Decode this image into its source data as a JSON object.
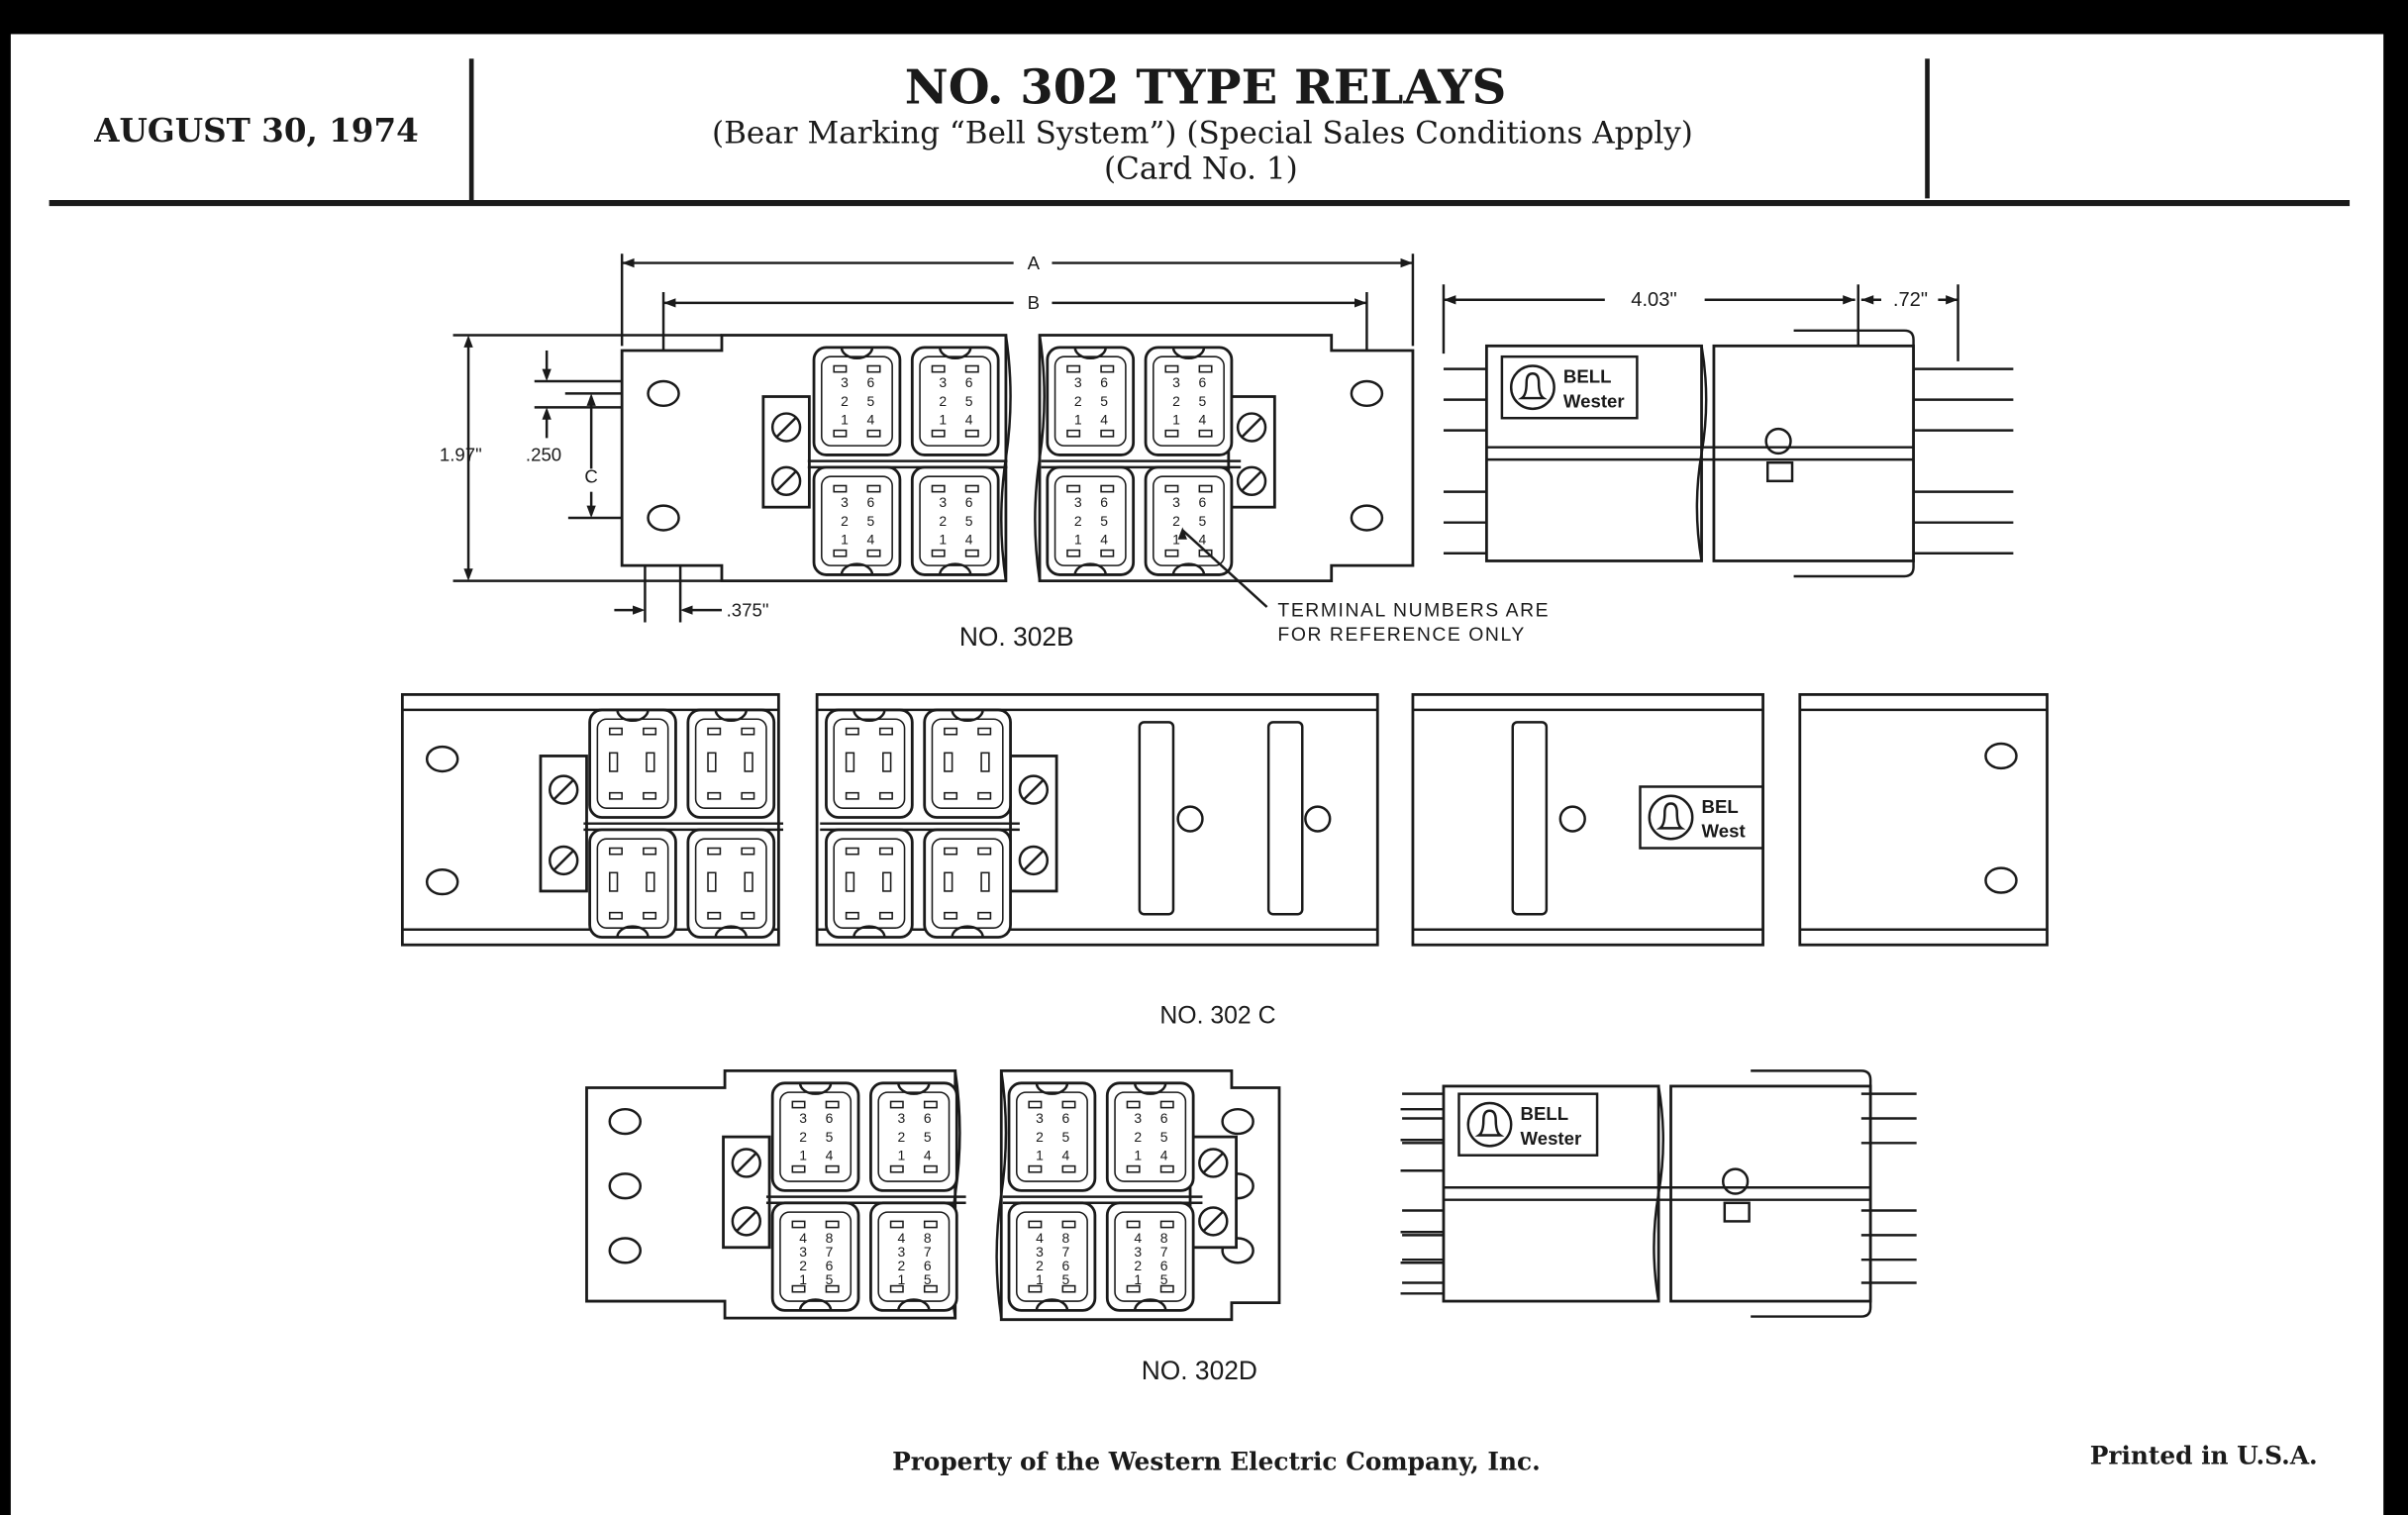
{
  "header": {
    "date": "AUGUST 30, 1974",
    "title": "NO. 302 TYPE RELAYS",
    "subtitle": "(Bear Marking “Bell System”) (Special Sales Conditions Apply)",
    "card": "(Card No. 1)"
  },
  "relay_302b": {
    "label": "NO. 302B",
    "dim_a": "A",
    "dim_b": "B",
    "dim_c": "C",
    "dim_height": "1.97\"",
    "dim_250": ".250",
    "dim_375": ".375\"",
    "dim_length": "4.03\"",
    "dim_pins": ".72\"",
    "note_line1": "TERMINAL NUMBERS ARE",
    "note_line2": "FOR REFERENCE ONLY",
    "terminals": [
      "3",
      "6",
      "2",
      "5",
      "1",
      "4"
    ]
  },
  "relay_302c": {
    "label": "NO. 302 C"
  },
  "relay_302d": {
    "label": "NO. 302D",
    "terminals_top": [
      "3",
      "6",
      "2",
      "5",
      "1",
      "4"
    ],
    "terminals_bottom": [
      "4",
      "8",
      "3",
      "7",
      "2",
      "6",
      "1",
      "5"
    ]
  },
  "nameplate": {
    "line1": "BELL",
    "line2": "Wester",
    "line2_short": "West",
    "line1_short": "BEL"
  },
  "footer": {
    "property": "Property of the Western Electric Company, Inc.",
    "printed": "Printed in U.S.A."
  }
}
